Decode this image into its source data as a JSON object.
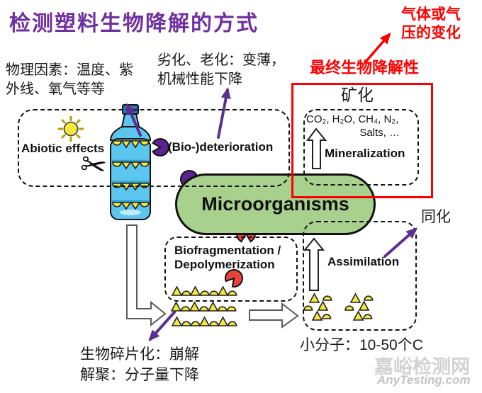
{
  "title": "检测塑料生物降解的方式",
  "callouts": {
    "physical_factors": {
      "line1": "物理因素：温度、紫",
      "line2": "外线、氧气等等"
    },
    "deterioration_effect": {
      "line1": "劣化、老化：变薄，",
      "line2": "机械性能下降"
    },
    "gas_pressure": {
      "line1": "气体或气",
      "line2": "压的变化"
    },
    "ultimate_biodegradability": "最终生物降解性",
    "mineralization_cn": "矿化",
    "assimilation_cn": "同化",
    "fragmentation_note": {
      "line1": "生物碎片化：崩解",
      "line2": "解聚：分子量下降"
    },
    "small_molecules": "小分子：10-50个C"
  },
  "stages": {
    "abiotic": {
      "label": "Abiotic effects"
    },
    "biodeterioration": {
      "label": "(Bio-)deterioration"
    },
    "mineralization": {
      "label": "Mineralization",
      "products_line1": "CO₂, H₂O, CH₄, N₂,",
      "products_line2": "Salts, …"
    },
    "microorganisms": {
      "label": "Microorganisms"
    },
    "biofragmentation": {
      "line1": "Biofragmentation /",
      "line2": "Depolymerization"
    },
    "assimilation": {
      "label": "Assimilation"
    }
  },
  "watermark": {
    "name": "嘉峪检测网",
    "site": "AnyTesting.com"
  },
  "colors": {
    "title_purple": "#7030A0",
    "arrow_purple": "#5B3090",
    "highlight_red": "#FF0000",
    "capsule_green": "#A9D18E",
    "bottle_blue": "#5BC6EE",
    "cap_blue": "#2E75B6",
    "fragment_yellow": "#F4E93C",
    "enzyme_red": "#E8433B"
  }
}
